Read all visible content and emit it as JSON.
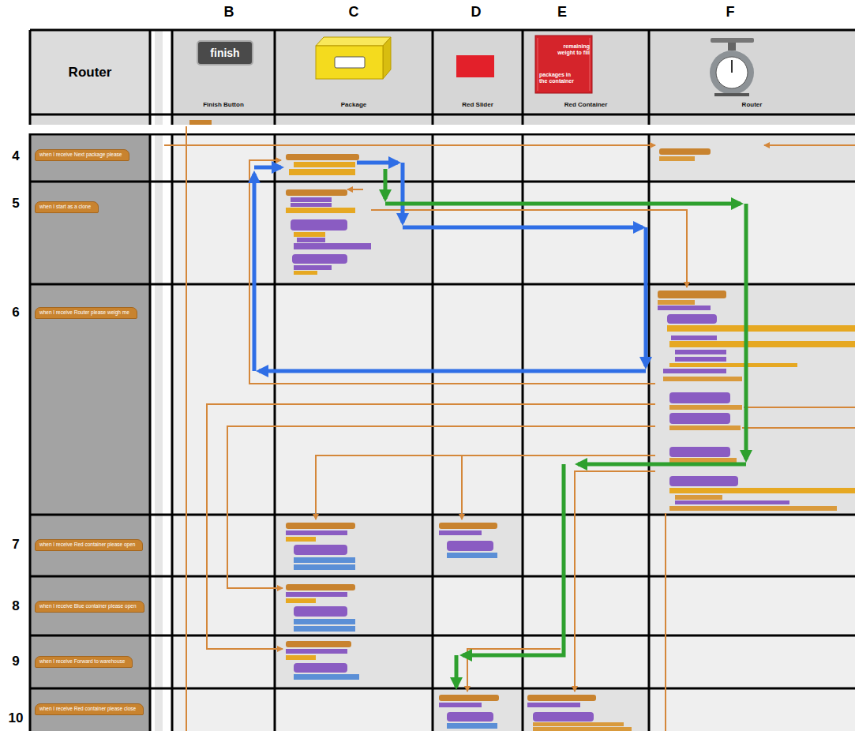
{
  "diagram": {
    "nodes": [
      {
        "text": [
          "Router"
        ]
      },
      {
        "text": [
          "Finish Button"
        ]
      },
      {
        "text": [
          "Package"
        ]
      },
      {
        "text": [
          "Red Slider"
        ]
      },
      {
        "text": [
          "Red Container"
        ]
      },
      {
        "text": [
          "Router"
        ]
      },
      {
        "text": [
          "when I receive Next package please"
        ]
      },
      {
        "text": [
          "when I start as a clone"
        ]
      },
      {
        "text": [
          "when I receive Router please weigh me"
        ]
      },
      {
        "text": [
          "when I receive Red container please open"
        ]
      },
      {
        "text": [
          "when I receive Blue container please open"
        ]
      },
      {
        "text": [
          "when I receive Forward to warehouse"
        ]
      },
      {
        "text": [
          "when I receive Red container please close"
        ]
      }
    ],
    "labels": [
      "B",
      "C",
      "D",
      "E",
      "F",
      "finish",
      "remaining weight to fill",
      "packages in the container",
      "4",
      "5",
      "6",
      "7",
      "8",
      "9",
      "10"
    ]
  }
}
